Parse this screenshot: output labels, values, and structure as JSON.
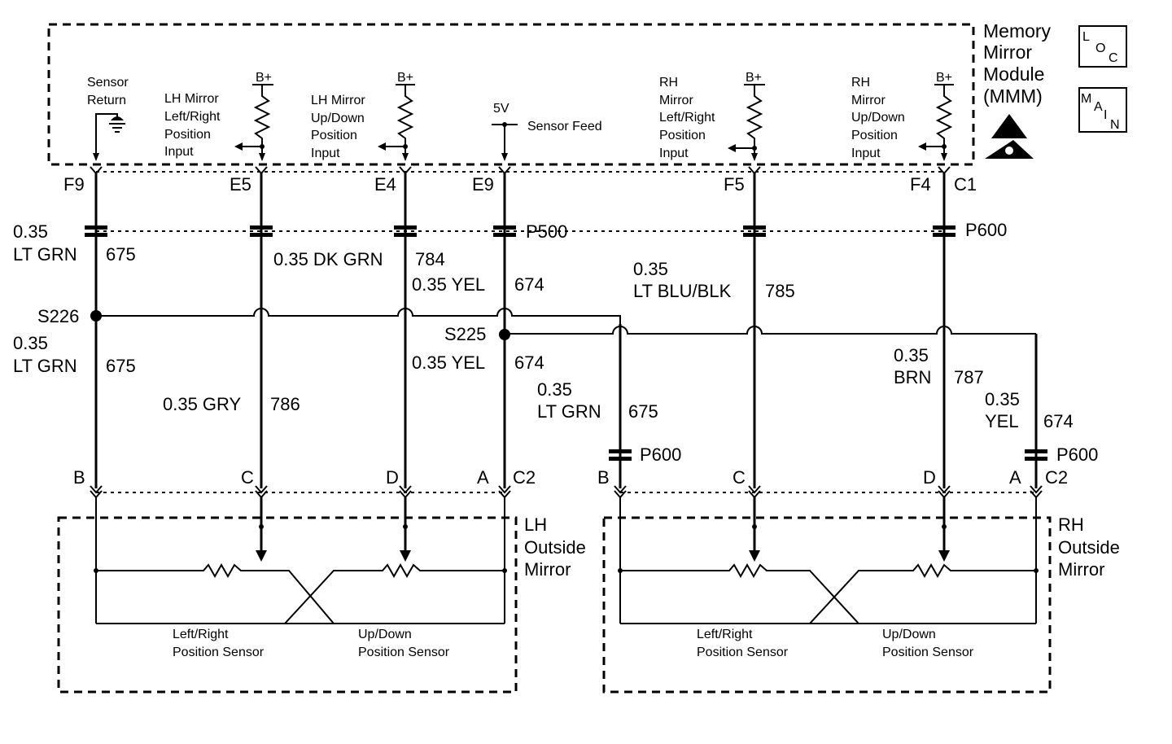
{
  "module": {
    "title_lines": [
      "Memory",
      "Mirror",
      "Module",
      "(MMM)"
    ],
    "sensor_return": [
      "Sensor",
      "Return"
    ],
    "lh_lr_input": [
      "LH Mirror",
      "Left/Right",
      "Position",
      "Input"
    ],
    "lh_ud_input": [
      "LH Mirror",
      "Up/Down",
      "Position",
      "Input"
    ],
    "rh_lr_input": [
      "RH",
      "Mirror",
      "Left/Right",
      "Position",
      "Input"
    ],
    "rh_ud_input": [
      "RH",
      "Mirror",
      "Up/Down",
      "Position",
      "Input"
    ],
    "bplus": "B+",
    "five_v": "5V",
    "sensor_feed": "Sensor Feed",
    "loc_icon": {
      "letters": [
        "L",
        "O",
        "C"
      ]
    },
    "main_icon": {
      "letters": [
        "M",
        "A",
        "I",
        "N"
      ]
    }
  },
  "pins_top": {
    "f9": "F9",
    "e5": "E5",
    "e4": "E4",
    "e9": "E9",
    "f5": "F5",
    "f4": "F4",
    "c1": "C1"
  },
  "connectors": {
    "p500": "P500",
    "p600_top": "P600",
    "p600_rh_b": "P600",
    "p600_rh_a": "P600"
  },
  "splices": {
    "s226": "S226",
    "s225": "S225"
  },
  "wires": {
    "w675_top": [
      "0.35",
      "LT GRN",
      "675"
    ],
    "w784": "0.35 DK GRN",
    "w784_num": "784",
    "w674_top_size": "0.35 YEL",
    "w674_top_num": "674",
    "w785": [
      "0.35",
      "LT BLU/BLK",
      "785"
    ],
    "w675_mid": [
      "0.35",
      "LT GRN",
      "675"
    ],
    "w786": "0.35 GRY",
    "w786_num": "786",
    "w674_mid_size": "0.35 YEL",
    "w674_mid_num": "674",
    "w675_rh": [
      "0.35",
      "LT GRN",
      "675"
    ],
    "w787": [
      "0.35",
      "BRN",
      "787"
    ],
    "w674_rh": [
      "0.35",
      "YEL",
      "674"
    ]
  },
  "pins_bottom": {
    "lh_b": "B",
    "lh_c": "C",
    "lh_d": "D",
    "lh_a": "A",
    "lh_c2": "C2",
    "rh_b": "B",
    "rh_c": "C",
    "rh_d": "D",
    "rh_a": "A",
    "rh_c2": "C2"
  },
  "lh_mirror": {
    "title": [
      "LH",
      "Outside",
      "Mirror"
    ],
    "lr_sensor": [
      "Left/Right",
      "Position Sensor"
    ],
    "ud_sensor": [
      "Up/Down",
      "Position Sensor"
    ]
  },
  "rh_mirror": {
    "title": [
      "RH",
      "Outside",
      "Mirror"
    ],
    "lr_sensor": [
      "Left/Right",
      "Position Sensor"
    ],
    "ud_sensor": [
      "Up/Down",
      "Position Sensor"
    ]
  }
}
